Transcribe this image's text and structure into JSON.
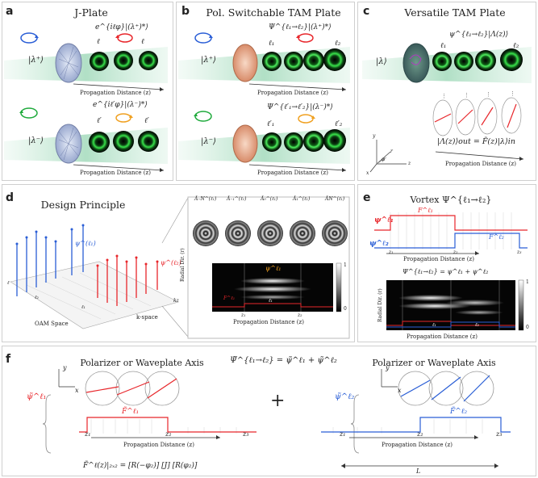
{
  "panels": {
    "a": {
      "label": "a",
      "title": "J-Plate",
      "state_top": "|λ⁺⟩",
      "state_bottom": "|λ⁻⟩",
      "expr_top": "e^{iℓφ}|(λ⁺)*⟩",
      "expr_bottom": "e^{iℓ′φ}|(λ⁻)*⟩",
      "orders_top": [
        "ℓ",
        "ℓ",
        "ℓ"
      ],
      "orders_bottom": [
        "ℓ′",
        "ℓ′",
        "ℓ′"
      ],
      "axis_label": "Propagation Distance (z)"
    },
    "b": {
      "label": "b",
      "title": "Pol. Switchable TAM Plate",
      "state_top": "|λ⁺⟩",
      "state_bottom": "|λ⁻⟩",
      "expr_top": "Ψ^{ℓ₁→ℓ₂}|(λ⁺)*⟩",
      "expr_bottom": "Ψ^{ℓ′₁→ℓ′₂}|(λ⁻)*⟩",
      "orders_top": [
        "ℓ₁",
        "ℓ₂"
      ],
      "orders_bottom": [
        "ℓ′₁",
        "ℓ′₂"
      ],
      "axis_label": "Propagation Distance (z)"
    },
    "c": {
      "label": "c",
      "title": "Versatile TAM Plate",
      "state": "|λ⟩",
      "expr": "ψ^{ℓ₁→ℓ₂}|Λ(z)⟩",
      "orders": [
        "ℓ₁",
        "ℓ₂"
      ],
      "equation": "|Λ(z)⟩out = F̃(z)|λ⟩in",
      "axis_label": "Propagation Distance (z)",
      "coord_labels": [
        "y",
        "x",
        "z",
        "r",
        "φ"
      ]
    },
    "d": {
      "label": "d",
      "title": "Design Principle",
      "oam_label": "OAM Space",
      "k_label": "k-space",
      "coef_labels": [
        "Ã₋N^(ℓ₁)",
        "Ã₋₁^(ℓ₁)",
        "Ã₀^(ℓ₁)",
        "Ã₁^(ℓ₁)",
        "ÃN^(ℓ₁)"
      ],
      "psi1": "ψ^(ℓ₁)",
      "psi2": "ψ^(ℓ₂)",
      "heat_psi": "ψ^ℓ₁",
      "heat_f": "F^ℓ₁",
      "heat_l": "ℓ₁",
      "heat_ylabel": "Radial Dir. (r)",
      "heat_xlabel": "Propagation Distance (z)",
      "z_ticks": [
        "z₁",
        "z₂"
      ],
      "colorbar": [
        "1",
        "0"
      ],
      "axes": [
        "ℓ",
        "ℓ₂",
        "ℓ₁",
        "kz"
      ]
    },
    "e": {
      "label": "e",
      "title": "Vortex Ψ^{ℓ₁→ℓ₂}",
      "psi1": "ψ^ℓ₁",
      "psi2": "ψ^ℓ₂",
      "f1": "F^ℓ₁",
      "f2": "F^ℓ₂",
      "z_ticks": [
        "z₁",
        "z₂",
        "z₃"
      ],
      "axis_label": "Propagation Distance (z)",
      "sum_eq": "Ψ^{ℓ₁→ℓ₂} = ψ^ℓ₁ + ψ^ℓ₂",
      "heat_ylabel": "Radial Dir. (r)",
      "heat_xlabel": "Propagation Distance (z)",
      "heat_l": [
        "ℓ₁",
        "ℓ₂"
      ],
      "colorbar": [
        "1",
        "0"
      ]
    },
    "f": {
      "label": "f",
      "axis_title_left": "Polarizer or Waveplate Axis",
      "axis_title_right": "Polarizer or Waveplate Axis",
      "sum_eq": "Ψ̃^{ℓ₁→ℓ₂} = ψ̃^ℓ₁ + ψ̃^ℓ₂",
      "psi_left": "ψ̃^ℓ₁",
      "psi_right": "ψ̃^ℓ₂",
      "f_left": "F̃^ℓ₁",
      "f_right": "F̃^ℓ₂",
      "plus": "+",
      "z_ticks_left": [
        "z₁",
        "z₂",
        "z₃"
      ],
      "z_ticks_right": [
        "z₁",
        "z₂",
        "z₃"
      ],
      "axis_label_left": "Propagation Distance (z)",
      "axis_label_right": "Propagation Distance (z)",
      "matrix_eq": "F̃^ℓ(z)|₂ₓ₂ = [R(−φ₂)] [J] [R(φ₂)]",
      "length_label": "L",
      "xy": [
        "y",
        "x"
      ]
    }
  },
  "colors": {
    "red": "#e8262b",
    "blue": "#2a5ed6",
    "green": "#1faa3c",
    "beam": "#b8e2cc",
    "orange": "#f0a020"
  }
}
